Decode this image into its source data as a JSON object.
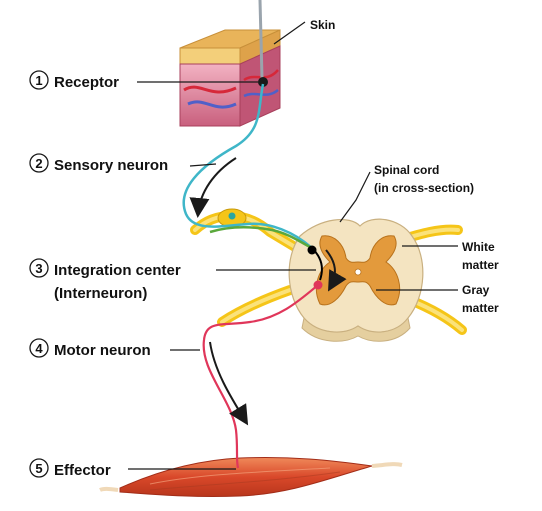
{
  "labels": {
    "skin": "Skin",
    "receptor": "Receptor",
    "sensory_neuron": "Sensory neuron",
    "integration_line1": "Integration center",
    "integration_line2": "(Interneuron)",
    "motor_neuron": "Motor neuron",
    "effector": "Effector",
    "spinal_cord_line1": "Spinal cord",
    "spinal_cord_line2": "(in cross-section)",
    "white_matter_line1": "White",
    "white_matter_line2": "matter",
    "gray_matter_line1": "Gray",
    "gray_matter_line2": "matter"
  },
  "steps": [
    "1",
    "2",
    "3",
    "4",
    "5"
  ],
  "colors": {
    "sensory_neuron": "#3fb6c8",
    "interneuron": "#000000",
    "motor_neuron": "#e0365a",
    "white_matter": "#f4e4c1",
    "gray_matter": "#e39a3c",
    "nerve_root": "#f5c518",
    "skin_top": "#e8b85a",
    "skin_tissue": "#d9708f",
    "muscle": "#e0552c",
    "arrow": "#1a1a1a"
  }
}
